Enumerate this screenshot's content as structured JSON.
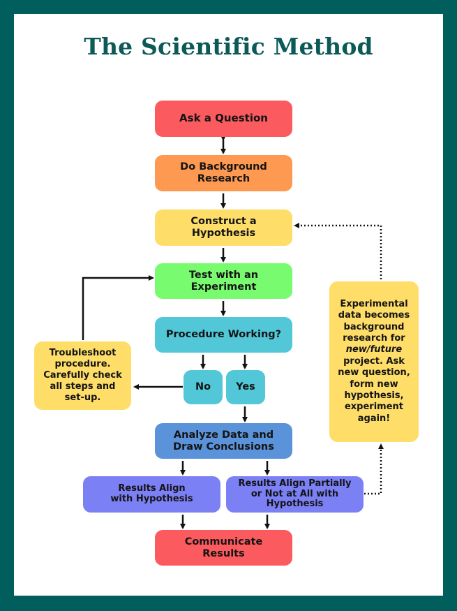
{
  "title": "The Scientific Method",
  "steps": {
    "ask_question": "Ask a Question",
    "background_research": "Do Background Research",
    "hypothesis": "Construct a Hypothesis",
    "experiment": "Test with an Experiment",
    "procedure_check": "Procedure Working?",
    "no": "No",
    "yes": "Yes",
    "analyze": "Analyze Data and Draw Conclusions",
    "results_align": "Results Align with Hypothesis",
    "results_partial": "Results Align Partially or Not at All with Hypothesis",
    "communicate": "Communicate Results"
  },
  "notes": {
    "troubleshoot": "Troubleshoot procedure. Carefully check all steps and set-up.",
    "experimental_data_prefix": "Experimental data becomes background research for",
    "experimental_data_emphasis": "new/future",
    "experimental_data_suffix": "project. Ask new question, form new hypothesis, experiment again!"
  },
  "colors": {
    "frame": "#005e5c",
    "title": "#0b5a57",
    "red": "#fb5b5e",
    "orange": "#fd9950",
    "yellow": "#fedd69",
    "green": "#78fb6e",
    "teal": "#51c7d7",
    "blue": "#5b93da",
    "violet": "#7b80f5"
  }
}
